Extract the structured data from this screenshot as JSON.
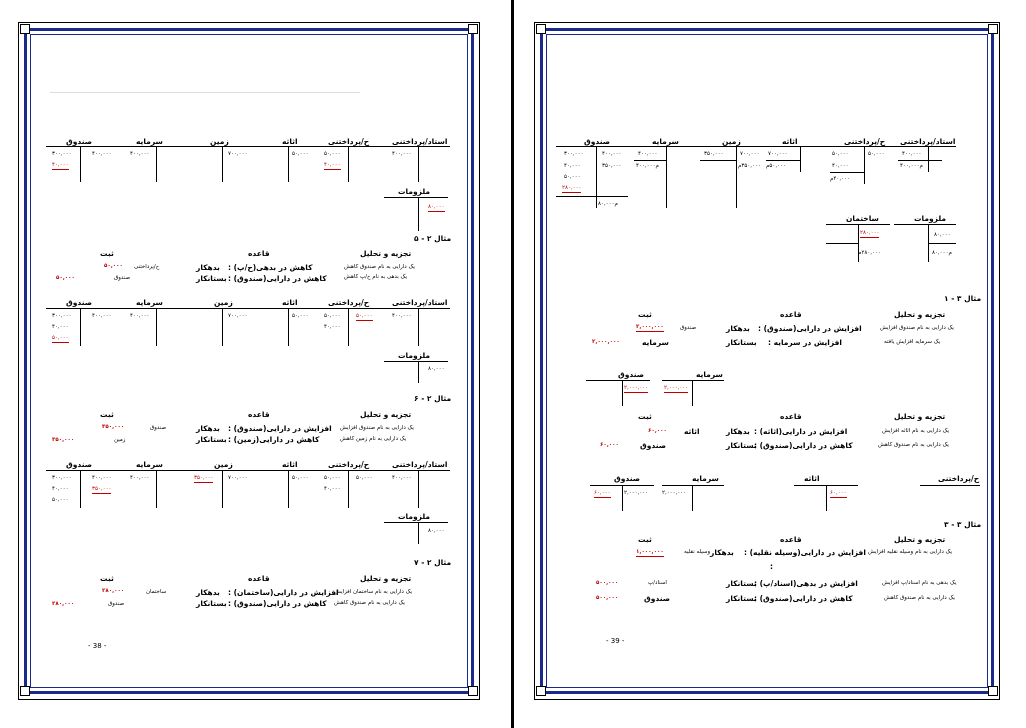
{
  "left": {
    "page_number": "- 38 -",
    "ledger1": {
      "headers": [
        "استاد/پرداختنی",
        "ح/پرداختنی",
        "اثاثه",
        "زمین",
        "سرمایه",
        "صندوق"
      ],
      "ostad": "۴۰۰,۰۰۰",
      "hpard_l": "۵۰,۰۰۰",
      "hpard_r": "۴۰,۰۰۰",
      "asasah": "۵۰,۰۰۰",
      "zamin": "۷۰۰,۰۰۰",
      "sarmayeh": "۴۰۰,۰۰۰",
      "sandoq_r": "۴۰۰,۰۰۰",
      "sandoq_l1": "۳۰۰,۰۰۰",
      "sandoq_l2": "۴۰,۰۰۰"
    },
    "lvazem1": {
      "title": "ملزومات",
      "value": "۸۰,۰۰۰"
    },
    "ex5": {
      "title": "مثال ۲ - ۵",
      "analysis_h": "تجزیه و تحلیل",
      "rule_h": "قاعده",
      "entry_h": "ثبت",
      "a1": "یک دارایی به نام صندوق کاهش",
      "a2": "یک بدهی به نام ح/پ کاهش",
      "r1": "کاهش در بدهی(ح/پ) :",
      "r1b": "بدهکار",
      "r2": "کاهش در دارایی(صندوق) :",
      "r2b": "بستانکار",
      "e1n": "ح/پرداختنی",
      "e1v": "۵۰,۰۰۰",
      "e2n": "صندوق",
      "e2v": "۵۰,۰۰۰"
    },
    "ledger2": {
      "headers": [
        "استاد/پرداختنی",
        "ح/پرداختنی",
        "اثاثه",
        "زمین",
        "سرمایه",
        "صندوق"
      ],
      "ostad": "۴۰۰,۰۰۰",
      "hpard_l1": "۵۰,۰۰۰",
      "hpard_l2": "۴۰,۰۰۰",
      "hpard_r": "۵۰,۰۰۰",
      "asasah": "۵۰,۰۰۰",
      "zamin": "۷۰۰,۰۰۰",
      "sarmayeh": "۴۰۰,۰۰۰",
      "sandoq_r": "۴۰۰,۰۰۰",
      "sandoq_l1": "۳۰۰,۰۰۰",
      "sandoq_l2": "۴۰,۰۰۰",
      "sandoq_l3": "۵۰,۰۰۰"
    },
    "lvazem2": {
      "title": "ملزومات",
      "value": "۸۰,۰۰۰"
    },
    "ex6": {
      "title": "مثال ۲ - ۶",
      "analysis_h": "تجزیه و تحلیل",
      "rule_h": "قاعده",
      "entry_h": "ثبت",
      "a1": "یک دارایی به نام صندوق افزایش",
      "a2": "یک دارایی به نام زمین کاهش",
      "r1": "افزایش در دارایی(صندوق) :",
      "r1b": "بدهکار",
      "r2": "کاهش در دارایی(زمین) :",
      "r2b": "بستانکار",
      "e1n": "صندوق",
      "e1v": "۳۵۰,۰۰۰",
      "e2n": "زمین",
      "e2v": "۳۵۰,۰۰۰"
    },
    "ledger3": {
      "headers": [
        "استاد/پرداختنی",
        "ح/پرداختنی",
        "اثاثه",
        "زمین",
        "سرمایه",
        "صندوق"
      ],
      "ostad": "۴۰۰,۰۰۰",
      "hpard_l1": "۵۰,۰۰۰",
      "hpard_l2": "۴۰,۰۰۰",
      "hpard_r": "۵۰,۰۰۰",
      "asasah": "۵۰,۰۰۰",
      "zamin_l": "۷۰۰,۰۰۰",
      "zamin_r": "۳۵۰,۰۰۰",
      "sarmayeh": "۴۰۰,۰۰۰",
      "sandoq_r1": "۴۰۰,۰۰۰",
      "sandoq_r2": "۳۵۰,۰۰۰",
      "sandoq_l1": "۳۰۰,۰۰۰",
      "sandoq_l2": "۴۰,۰۰۰",
      "sandoq_l3": "۵۰,۰۰۰"
    },
    "lvazem3": {
      "title": "ملزومات",
      "value": "۸۰,۰۰۰"
    },
    "ex7": {
      "title": "مثال ۲ - ۷",
      "analysis_h": "تجزیه و تحلیل",
      "rule_h": "قاعده",
      "entry_h": "ثبت",
      "a1": "یک دارایی به نام ساختمان افزایش",
      "a2": "یک دارایی به نام صندوق کاهش",
      "r1": "افزایش در دارایی(ساختمان) :",
      "r1b": "بدهکار",
      "r2": "کاهش در دارایی(صندوق) :",
      "r2b": "بستانکار",
      "e1n": "ساختمان",
      "e1v": "۲۸۰,۰۰۰",
      "e2n": "صندوق",
      "e2v": "۲۸۰,۰۰۰"
    }
  },
  "right": {
    "page_number": "- 39 -",
    "ledger": {
      "headers": [
        "استاد/پرداختنی",
        "ح/پرداختنی",
        "اثاثه",
        "زمین",
        "سرمایه",
        "صندوق"
      ],
      "ostad1": "۴۰۰,۰۰۰",
      "ostad2": "م۴۰۰,۰۰۰",
      "hpard_r1": "۵۰,۰۰۰",
      "hpard_l1": "۵۰,۰۰۰",
      "hpard_l2": "۴۰,۰۰۰",
      "hpard_l3": "۴۰,۰۰۰م",
      "asasah1": "۷۰۰,۰۰۰",
      "asasah2": "۵۰,۰۰۰م",
      "zamin_r": "۳۵۰,۰۰۰",
      "zamin_l": "۷۰۰,۰۰۰",
      "zamin_b": "۳۵۰,۰۰۰م",
      "sarmayeh1": "۴۰۰,۰۰۰",
      "sarmayeh2": "م۴۰۰,۰۰۰",
      "sandoq_r1": "۴۰۰,۰۰۰",
      "sandoq_r2": "۳۵۰,۰۰۰",
      "sandoq_l1": "۳۰۰,۰۰۰",
      "sandoq_l2": "۴۰,۰۰۰",
      "sandoq_l3": "۵۰,۰۰۰",
      "sandoq_l4": "۲۸۰,۰۰۰",
      "sandoq_bal": "م۸۰,۰۰۰"
    },
    "lvazem": {
      "title": "ملزومات",
      "v1": "۸۰,۰۰۰",
      "v2": "م۸۰,۰۰۰"
    },
    "sakhteman": {
      "title": "ساختمان",
      "v1": "۲۸۰,۰۰۰",
      "v2": "۲۸۰,۰۰۰م"
    },
    "ex31": {
      "title": "مثال ۳ - ۱",
      "analysis_h": "تجزیه و تحلیل",
      "rule_h": "قاعده",
      "entry_h": "ثبت",
      "a1": "یک دارایی به نام صندوق افزایش",
      "a2": "یک سرمایه افزایش یافته",
      "r1": "افزایش در دارایی(صندوق) :",
      "r1b": "بدهکار",
      "r2": "افزایش در سرمایه :",
      "r2b": "بستانکار",
      "e1n": "صندوق",
      "e1v": "۲,۰۰۰,۰۰۰",
      "e2n": "سرمایه",
      "e2v": "۲,۰۰۰,۰۰۰"
    },
    "t31": {
      "sarmayeh": "سرمایه",
      "sandoq": "صندوق",
      "v1": "۲,۰۰۰,۰۰۰",
      "v2": "۲,۰۰۰,۰۰۰"
    },
    "ex32": {
      "analysis_h": "تجزیه و تحلیل",
      "rule_h": "قاعده",
      "entry_h": "ثبت",
      "a1": "یک دارایی به نام اثاثه افزایش",
      "a2": "یک دارایی به نام صندوق کاهش",
      "r1": "افزایش در دارایی(اثاثه) :",
      "r1b": "بدهکار",
      "r2": "کاهش در دارایی(صندوق) :",
      "r2b": "بستانکار",
      "e1n": "اثاثه",
      "e1v": "۶۰,۰۰۰",
      "e2n": "صندوق",
      "e2v": "۶۰,۰۰۰"
    },
    "t32": {
      "hpard": "ح/پرداختنی",
      "asasah": "اثاثه",
      "sarmayeh": "سرمایه",
      "sandoq": "صندوق",
      "asasah_v": "۶۰,۰۰۰",
      "sarmayeh_v": "۲,۰۰۰,۰۰۰",
      "sandoq_r": "۲,۰۰۰,۰۰۰",
      "sandoq_l": "۶۰,۰۰۰"
    },
    "ex33": {
      "title": "مثال ۳ - ۳",
      "analysis_h": "تجزیه و تحلیل",
      "rule_h": "قاعده",
      "entry_h": "ثبت",
      "a1": "یک دارایی به نام وسیله نقلیه افزایش",
      "a2": "یک بدهی به نام اسناد/پ افزایش",
      "a3": "یک دارایی به نام صندوق کاهش",
      "r1": "افزایش در دارایی(وسیله نقلیه) :",
      "r1b": "بدهکار",
      "r2": "افزایش در بدهی(اسناد/پ) :",
      "r2b": "بستانکار",
      "r3": "کاهش در دارایی(صندوق) :",
      "r3b": "بستانکار",
      "colon": ":",
      "e1n": "وسیله نقلیه",
      "e1v": "۱,۰۰۰,۰۰۰",
      "e2n": "اسناد/پ",
      "e2v": "۵۰۰,۰۰۰",
      "e3n": "صندوق",
      "e3v": "۵۰۰,۰۰۰"
    }
  }
}
